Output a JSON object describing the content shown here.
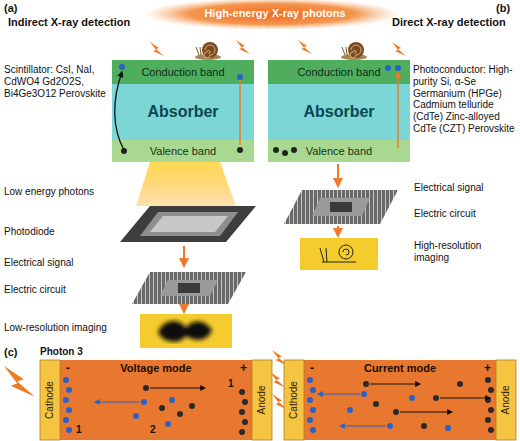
{
  "diagram": {
    "nodes": [
      {
        "text": [
          "Conduction band"
        ]
      },
      {
        "text": [
          "Absorber"
        ]
      },
      {
        "text": [
          "Valence band"
        ]
      },
      {
        "text": [
          "Conduction band"
        ]
      },
      {
        "text": [
          "Absorber"
        ]
      },
      {
        "text": [
          "Valence band"
        ]
      },
      {
        "text": [
          "Voltage mode"
        ]
      },
      {
        "text": [
          "Cathode"
        ],
        "in": 6
      },
      {
        "text": [
          "Anode"
        ],
        "in": 6
      },
      {
        "text": [
          "Current mode"
        ]
      },
      {
        "text": [
          "Cathode"
        ],
        "in": 9
      },
      {
        "text": [
          "Anode"
        ],
        "in": 9
      }
    ],
    "labels": [
      "High-energy X-ray photons",
      "(a)",
      "Indirect X-ray detection",
      "(b)",
      "Direct X-ray detection",
      "Scintillator: CsI, NaI, CdWO4 Gd2O2S, Bi4Ge3O12 Perovskite",
      "Low energy photons",
      "Photodiode",
      "Electrical signal",
      "Electric circuit",
      "Low-resolution imaging",
      "Photoconductor: High-purity Si, α-Se Germanium (HPGe) Cadmium telluride (CdTe) Zinc-alloyed CdTe (CZT) Perovskite",
      "Electrical signal",
      "Electric circuit",
      "High-resolution imaging",
      "(c)",
      "Photon 3",
      "-",
      "+",
      "-",
      "+",
      "1",
      "2",
      "1"
    ]
  }
}
